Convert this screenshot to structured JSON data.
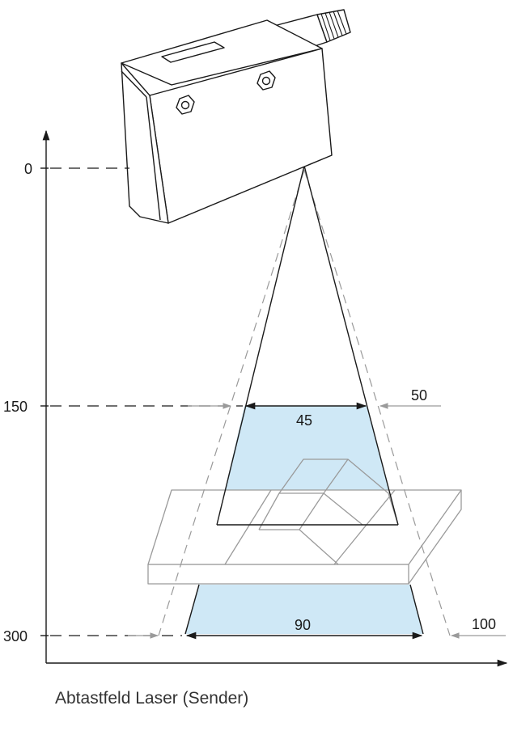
{
  "axis": {
    "ticks": [
      "0",
      "150",
      "300"
    ]
  },
  "dimensions": {
    "width_150_inner": "45",
    "width_150_outer": "50",
    "width_300_inner": "90",
    "width_300_outer": "100"
  },
  "caption": "Abtastfeld Laser (Sender)",
  "colors": {
    "field_fill": "#cfe8f6",
    "line_dark": "#1a1a1a",
    "line_gray": "#9a9a9a"
  },
  "icons": {
    "sensor": "laser-sensor-housing",
    "bolt": "hex-nut"
  }
}
